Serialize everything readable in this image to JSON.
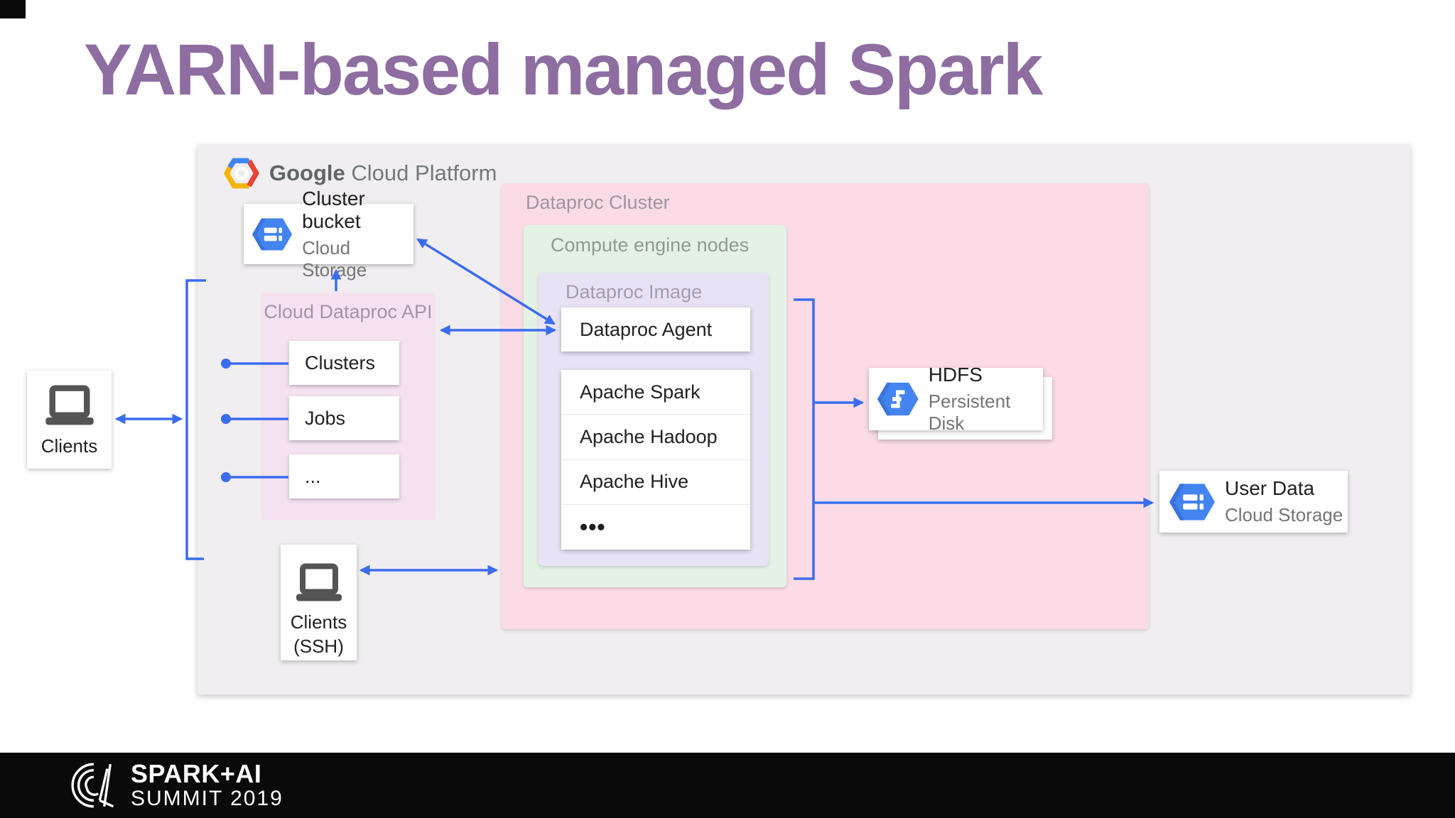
{
  "slide": {
    "title": "YARN-based managed Spark"
  },
  "gcp_header": {
    "brand_bold": "Google",
    "brand_rest": "Cloud Platform"
  },
  "diagram": {
    "cluster_bucket": {
      "title": "Cluster bucket",
      "subtitle": "Cloud Storage"
    },
    "dataproc_cluster_label": "Dataproc Cluster",
    "compute_engine_label": "Compute engine nodes",
    "dataproc_image_label": "Dataproc Image",
    "dataproc_agent_label": "Dataproc Agent",
    "stack_items": [
      "Apache Spark",
      "Apache Hadoop",
      "Apache Hive",
      "•••"
    ],
    "api_box": {
      "label": "Cloud Dataproc API",
      "items": [
        "Clusters",
        "Jobs",
        "..."
      ]
    },
    "clients_label": "Clients",
    "clients_ssh_label_line1": "Clients",
    "clients_ssh_label_line2": "(SSH)",
    "hdfs": {
      "title": "HDFS",
      "subtitle": "Persistent Disk"
    },
    "user_data": {
      "title": "User Data",
      "subtitle": "Cloud Storage"
    }
  },
  "footer": {
    "brand_line1": "SPARK+AI",
    "brand_line2": "SUMMIT 2019"
  },
  "icons": {
    "gcp_logo": "gcp-hexagon-logo",
    "cloud_storage": "cloud-storage-hexagon",
    "persistent_disk": "persistent-disk-hexagon",
    "laptop": "laptop",
    "summit_mark": "spark-ai-summit-mark"
  },
  "colors": {
    "title_purple": "#8e6da1",
    "panel_gray": "#f0eef0",
    "cluster_pink": "#fbdce6",
    "compute_green": "#e4f2e6",
    "image_lavender": "#e8e3f4",
    "api_pink": "#f4e2f1",
    "connector_blue": "#3b6cf0",
    "hexagon_blue": "#4384f0",
    "footer_black": "#0a0a0a",
    "text_dark": "#212121",
    "text_gray": "#757575"
  }
}
